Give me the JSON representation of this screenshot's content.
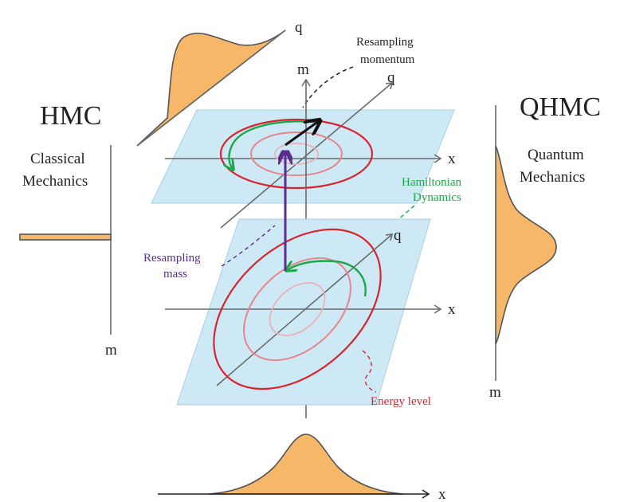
{
  "labels": {
    "hmc": "HMC",
    "qhmc": "QHMC",
    "classical_line1": "Classical",
    "classical_line2": "Mechanics",
    "quantum_line1": "Quantum",
    "quantum_line2": "Mechanics",
    "resampling_momentum_line1": "Resampling",
    "resampling_momentum_line2": "momentum",
    "hamiltonian_line1": "Hamiltonian",
    "hamiltonian_line2": "Dynamics",
    "resampling_mass_line1": "Resampling",
    "resampling_mass_line2": "mass",
    "energy_level": "Energy level",
    "axis_q_top_dist": "q",
    "axis_m_center": "m",
    "axis_q_upper_plane": "q",
    "axis_x_upper_plane": "x",
    "axis_q_lower_plane": "q",
    "axis_x_lower_plane": "x",
    "axis_m_left": "m",
    "axis_m_right": "m",
    "axis_x_bottom": "x"
  },
  "colors": {
    "plane_fill": "#cde9f5",
    "distribution_fill": "#f6b768",
    "energy_red": "#d9232e",
    "energy_pink": "#e8858a",
    "energy_light": "#e9b2b6",
    "hamiltonian_green": "#1aa84a",
    "mass_purple": "#5b2d91",
    "momentum_black": "#111111",
    "axis_gray": "#6b6b6b"
  }
}
